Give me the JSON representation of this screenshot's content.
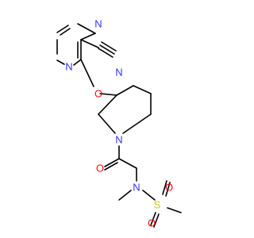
{
  "molecule": {
    "colors": {
      "bond": "#000000",
      "N": "#3333ff",
      "O": "#ff0d0d",
      "S": "#cccc00"
    },
    "atoms": [
      {
        "id": "n_pz1",
        "label": "N",
        "element": "N"
      },
      {
        "id": "n_pz4",
        "label": "N",
        "element": "N"
      },
      {
        "id": "n_nitrile",
        "label": "N",
        "element": "N"
      },
      {
        "id": "o_ether",
        "label": "O",
        "element": "O"
      },
      {
        "id": "n_pip",
        "label": "N",
        "element": "N"
      },
      {
        "id": "o_carbonyl",
        "label": "O",
        "element": "O"
      },
      {
        "id": "n_sulfonamide",
        "label": "N",
        "element": "N"
      },
      {
        "id": "s_sulfonyl",
        "label": "S",
        "element": "S"
      },
      {
        "id": "o_s_top",
        "label": "O",
        "element": "O"
      },
      {
        "id": "o_s_bottom",
        "label": "O",
        "element": "O"
      }
    ]
  }
}
